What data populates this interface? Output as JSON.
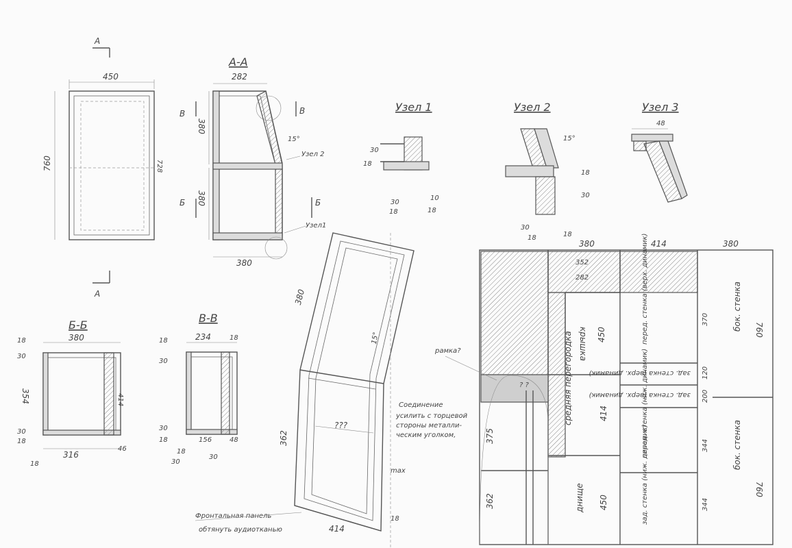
{
  "front_view": {
    "cut_mark": "А",
    "width": "450",
    "height": "760",
    "inner_height": "728"
  },
  "section_aa": {
    "title": "А-А",
    "top_width": "282",
    "upper_height": "380",
    "lower_height": "380",
    "bottom_width": "380",
    "angle": "15°",
    "cut_v": "В",
    "cut_b": "Б",
    "node2_ref": "Узел 2",
    "node1_ref": "Узел1"
  },
  "section_bb": {
    "title": "Б-Б",
    "d18": "18",
    "d380": "380",
    "d30": "30",
    "d354": "354",
    "d414": "414",
    "d316": "316",
    "d46": "46"
  },
  "section_vv": {
    "title": "В-В",
    "d18": "18",
    "d234": "234",
    "d30": "30",
    "d156": "156",
    "d48": "48"
  },
  "node1": {
    "title": "Узел 1",
    "d30": "30",
    "d18": "18",
    "d10": "10"
  },
  "node2": {
    "title": "Узел 2",
    "d15": "15°",
    "d18": "18",
    "d30": "30"
  },
  "node3": {
    "title": "Узел 3",
    "d48": "48"
  },
  "frame": {
    "d380": "380",
    "d362": "362",
    "d414": "414",
    "d18": "18",
    "angle": "15°",
    "qmarks": "???",
    "max": "max",
    "note_join": "Соединение усилить с торцевой стороны металли-ческим уголком,",
    "note_front": "Фронтальная панель обтянуть аудиотканью"
  },
  "cutting_layout": {
    "col_widths": [
      "380",
      "414",
      "380"
    ],
    "w352": "352",
    "w282": "282",
    "row_heights": [
      "370",
      "120",
      "200",
      "344",
      "344"
    ],
    "labels": {
      "lid": "крышка",
      "lid_val": "450",
      "front_top": "перед. стенка (верх. динамик)",
      "rear_top": "зад. стенка (верх. динамик)",
      "rear_top2": "зад. стенка (верх. динамик)",
      "mid_shelf": "средняя перегородка",
      "mid_val": "414",
      "front_bottom": "перед. стенка (ниж. динамик)",
      "rear_bottom": "зад. стенка (ниж. динамик)",
      "bottom": "днище",
      "bottom_val": "450",
      "side1": "бок. стенка",
      "side1_val": "760",
      "side2": "бок. стенка",
      "side2_val": "760",
      "frame_ref": "рамка?",
      "frame_375": "375",
      "frame_362": "362",
      "qq": "? ?"
    }
  }
}
